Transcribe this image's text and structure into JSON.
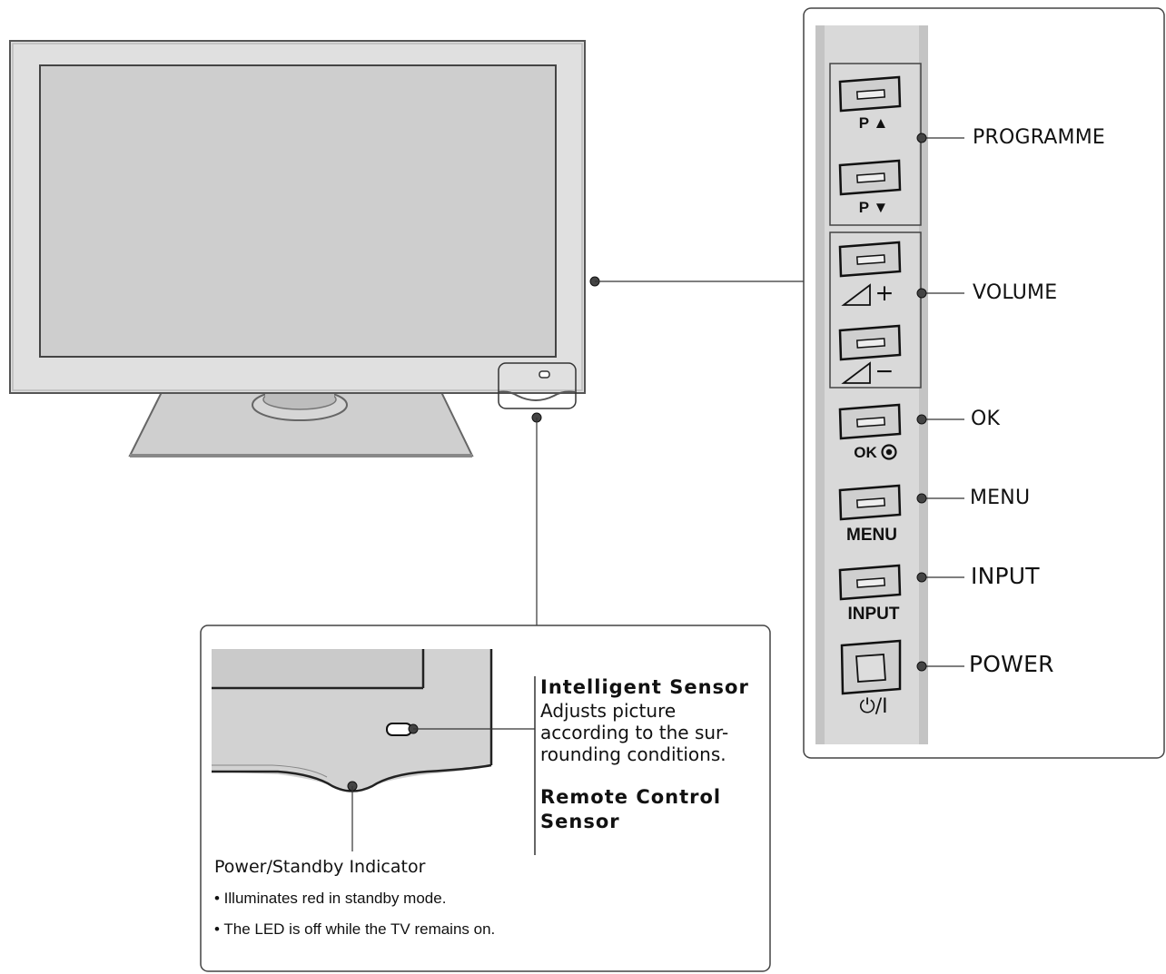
{
  "callouts": {
    "programme": "PROGRAMME",
    "volume": "VOLUME",
    "ok": "OK",
    "menu": "MENU",
    "input": "INPUT",
    "power": "POWER"
  },
  "buttons": {
    "prog_up": "P ▲",
    "prog_down": "P ▼",
    "vol_up": "+",
    "vol_down": "−",
    "ok": "OK",
    "menu": "MENU",
    "input": "INPUT",
    "power": "⏻/I"
  },
  "sensor": {
    "intelligent_title": "Intelligent Sensor",
    "intelligent_desc": "Adjusts picture according to the sur-rounding conditions.",
    "remote_title_line1": "Remote Control",
    "remote_title_line2": "Sensor"
  },
  "indicator": {
    "title": "Power/Standby Indicator",
    "bullet1": "• Illuminates red in standby mode.",
    "bullet2": "• The LED is off while the TV remains on."
  },
  "icons": {
    "volume_icon": "triangle-volume-icon",
    "ok_icon": "target-circle-icon",
    "power_icon": "power-symbol-icon"
  }
}
